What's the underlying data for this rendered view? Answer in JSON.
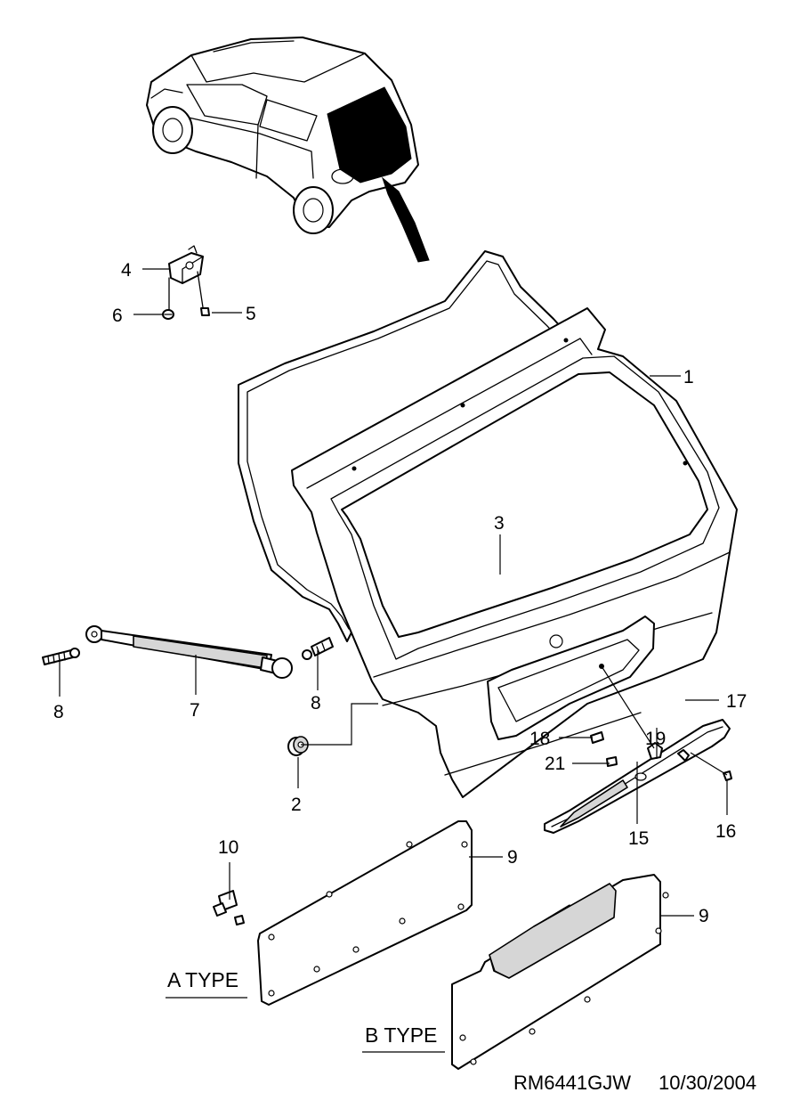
{
  "callouts": {
    "p1": "1",
    "p2": "2",
    "p3": "3",
    "p4": "4",
    "p5": "5",
    "p6": "6",
    "p7": "7",
    "p8a": "8",
    "p8b": "8",
    "p9a": "9",
    "p9b": "9",
    "p10": "10",
    "p15": "15",
    "p16": "16",
    "p17": "17",
    "p18": "18",
    "p19": "19",
    "p21": "21"
  },
  "variants": {
    "a_type": "A TYPE",
    "b_type": "B TYPE"
  },
  "footer": {
    "drawing_code": "RM6441GJW",
    "date": "10/30/2004"
  }
}
